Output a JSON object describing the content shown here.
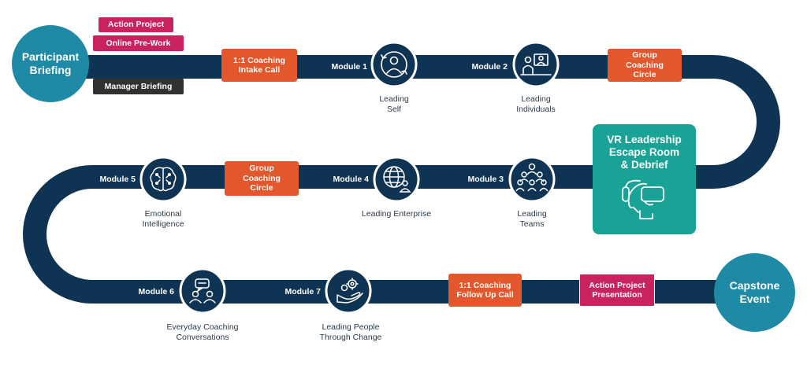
{
  "start": {
    "label": "Participant Briefing"
  },
  "end": {
    "label": "Capstone Event"
  },
  "pre_items": [
    {
      "label": "Action Project"
    },
    {
      "label": "Online Pre-Work"
    },
    {
      "label": "Manager Briefing"
    }
  ],
  "modules": [
    {
      "module": "Module 1",
      "title": "Leading Self",
      "icon": "self-reflection-icon"
    },
    {
      "module": "Module 2",
      "title": "Leading Individuals",
      "icon": "presenter-icon"
    },
    {
      "module": "Module 3",
      "title": "Leading Teams",
      "icon": "team-icon"
    },
    {
      "module": "Module 4",
      "title": "Leading Enterprise",
      "icon": "globe-user-icon"
    },
    {
      "module": "Module 5",
      "title": "Emotional Intelligence",
      "icon": "brain-circuit-icon"
    },
    {
      "module": "Module 6",
      "title": "Everyday Coaching Conversations",
      "icon": "conversation-icon"
    },
    {
      "module": "Module 7",
      "title": "Leading People Through Change",
      "icon": "hand-gears-icon"
    }
  ],
  "steps": [
    {
      "label": "1:1 Coaching Intake Call",
      "type": "coaching"
    },
    {
      "label": "Group Coaching Circle",
      "type": "coaching"
    },
    {
      "label": "Group Coaching Circle",
      "type": "coaching"
    },
    {
      "label": "1:1 Coaching Follow Up Call",
      "type": "coaching"
    },
    {
      "label": "Action Project Presentation",
      "type": "project"
    }
  ],
  "vr_event": {
    "label": "VR Leadership Escape Room & Debrief",
    "icon": "vr-headset-icon"
  },
  "colors": {
    "road": "#0f3352",
    "coaching": "#e2572b",
    "project": "#c8235f",
    "manager": "#2f3133",
    "circle": "#1f8aa6",
    "vr": "#19a397"
  }
}
